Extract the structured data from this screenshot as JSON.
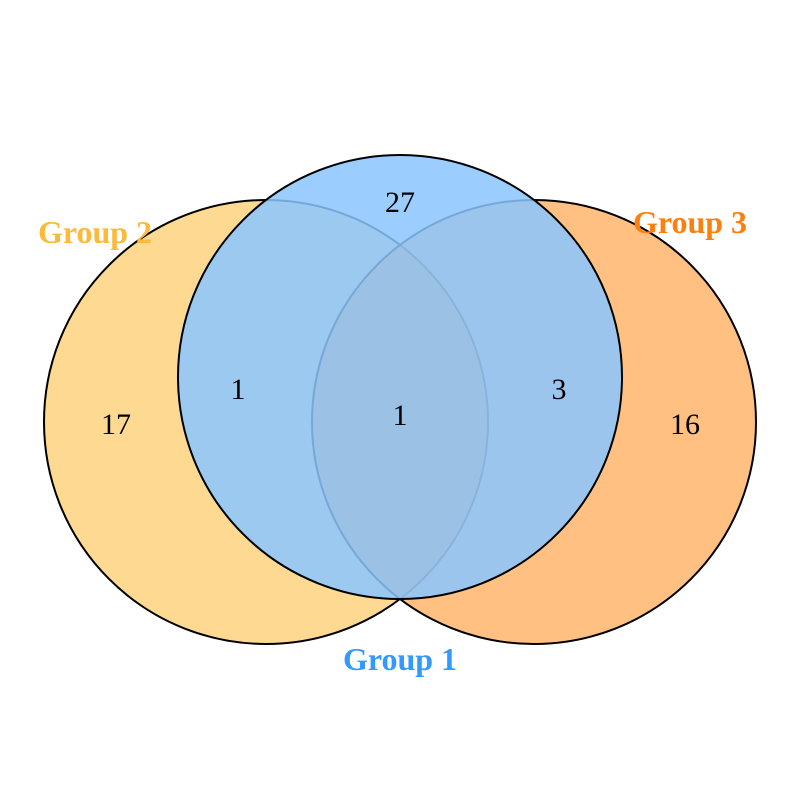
{
  "sets": [
    {
      "id": "group1",
      "label": "Group 1",
      "color": "#3399ff",
      "fill": "#8ac5ff",
      "fill_opacity": 0.85
    },
    {
      "id": "group2",
      "label": "Group 2",
      "color": "#fdb938",
      "fill": "#fdb938",
      "fill_opacity": 0.55
    },
    {
      "id": "group3",
      "label": "Group 3",
      "color": "#ff7f0e",
      "fill": "#ff8c1a",
      "fill_opacity": 0.55
    }
  ],
  "regions": {
    "group1_only": "27",
    "group2_only": "17",
    "group3_only": "16",
    "group1_group2": "1",
    "group1_group3": "3",
    "group1_group2_group3": "1"
  },
  "colors": {
    "outline": "#000000",
    "background": "#ffffff"
  }
}
